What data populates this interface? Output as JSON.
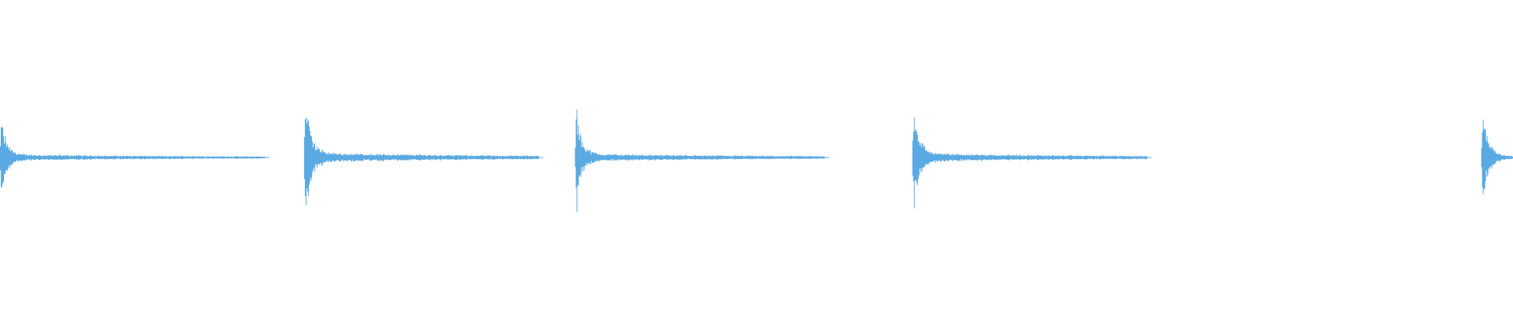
{
  "waveform": {
    "color": "#5aa9e2",
    "background": "#ffffff",
    "hits": [
      {
        "start": 0.0,
        "peak": 0.32,
        "tail": 0.175
      },
      {
        "start": 0.201,
        "peak": 0.52,
        "tail": 0.155
      },
      {
        "start": 0.38,
        "peak": 0.4,
        "tail": 0.165
      },
      {
        "start": 0.603,
        "peak": 0.46,
        "tail": 0.155
      },
      {
        "start": 0.979,
        "peak": 0.42,
        "tail": 0.021
      }
    ]
  }
}
